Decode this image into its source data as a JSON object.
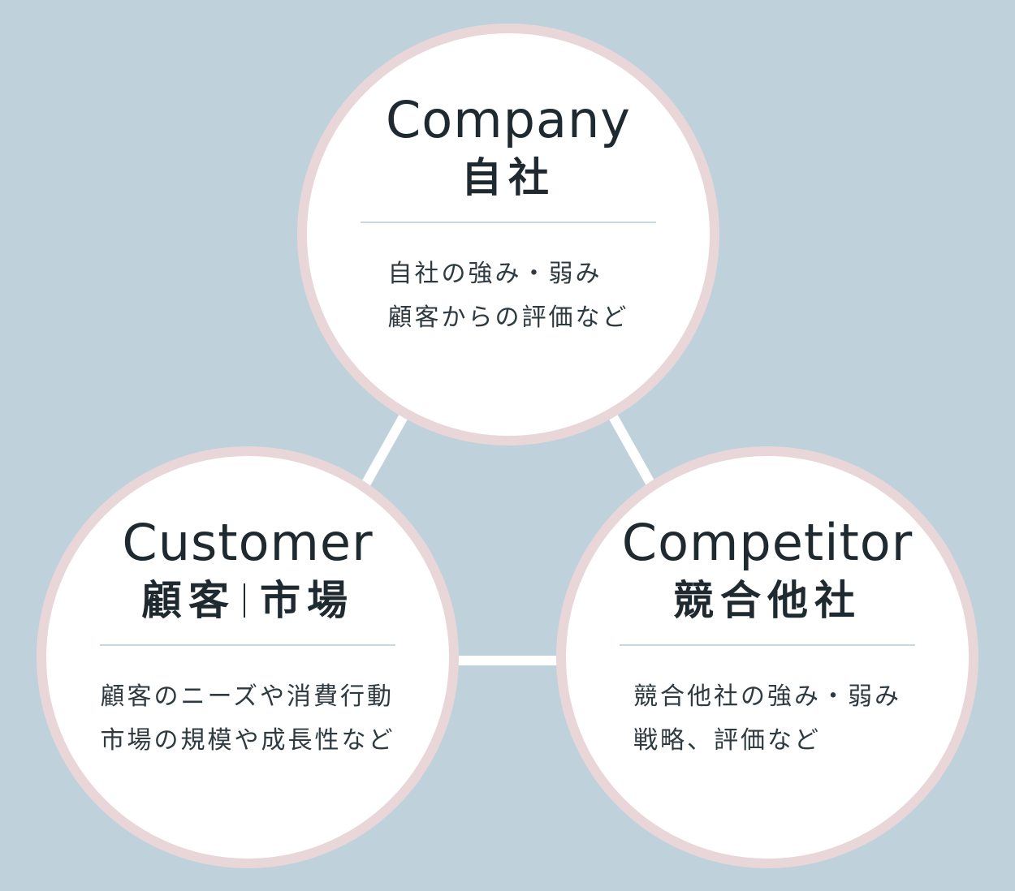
{
  "colors": {
    "background": "#bfd1da",
    "circle_fill": "#ffffff",
    "circle_border": "#e8d6d9",
    "connector": "#ffffff",
    "text": "#1f2a30",
    "divider": "#c9d7e0"
  },
  "nodes": {
    "company": {
      "title_en": "Company",
      "title_ja": "自社",
      "desc_lines": [
        "自社の強み・弱み",
        "顧客からの評価など"
      ]
    },
    "customer": {
      "title_en": "Customer",
      "title_ja_left": "顧客",
      "title_ja_right": "市場",
      "desc_lines": [
        "顧客のニーズや消費行動",
        "市場の規模や成長性など"
      ]
    },
    "competitor": {
      "title_en": "Competitor",
      "title_ja": "競合他社",
      "desc_lines": [
        "競合他社の強み・弱み",
        "戦略、評価など"
      ]
    }
  }
}
